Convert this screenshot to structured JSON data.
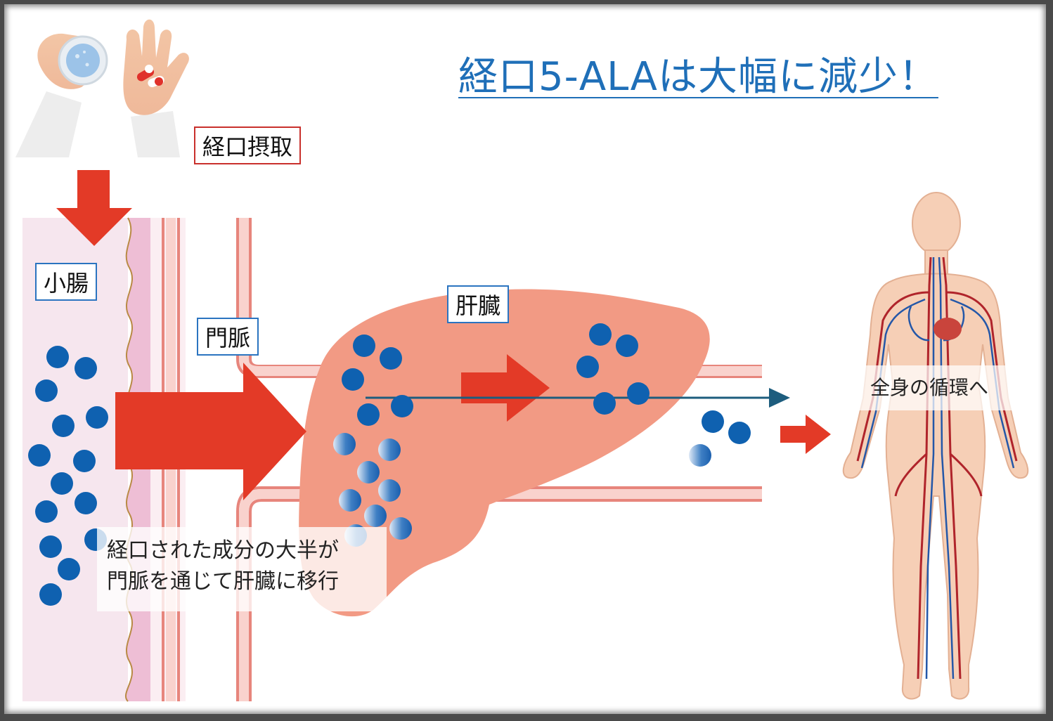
{
  "title": "経口5-ALAは大幅に減少！",
  "labels": {
    "oral_intake": "経口摂取",
    "small_intestine": "小腸",
    "portal_vein": "門脈",
    "liver": "肝臓",
    "systemic": "全身の循環へ"
  },
  "caption": {
    "line1": "経口された成分の大半が",
    "line2": "門脈を通じて肝臓に移行"
  },
  "colors": {
    "title": "#1f6fb8",
    "arrow_red": "#e33a27",
    "dot_blue": "#0f61b0",
    "liver": "#f29a84",
    "vessel": "#e7857c",
    "intestine_bg": "#f6e6ee",
    "line_arrow": "#1d5d7e"
  },
  "icons": [
    "hand-with-water-cup-icon",
    "hand-with-capsules-icon",
    "human-circulatory-system-icon"
  ]
}
